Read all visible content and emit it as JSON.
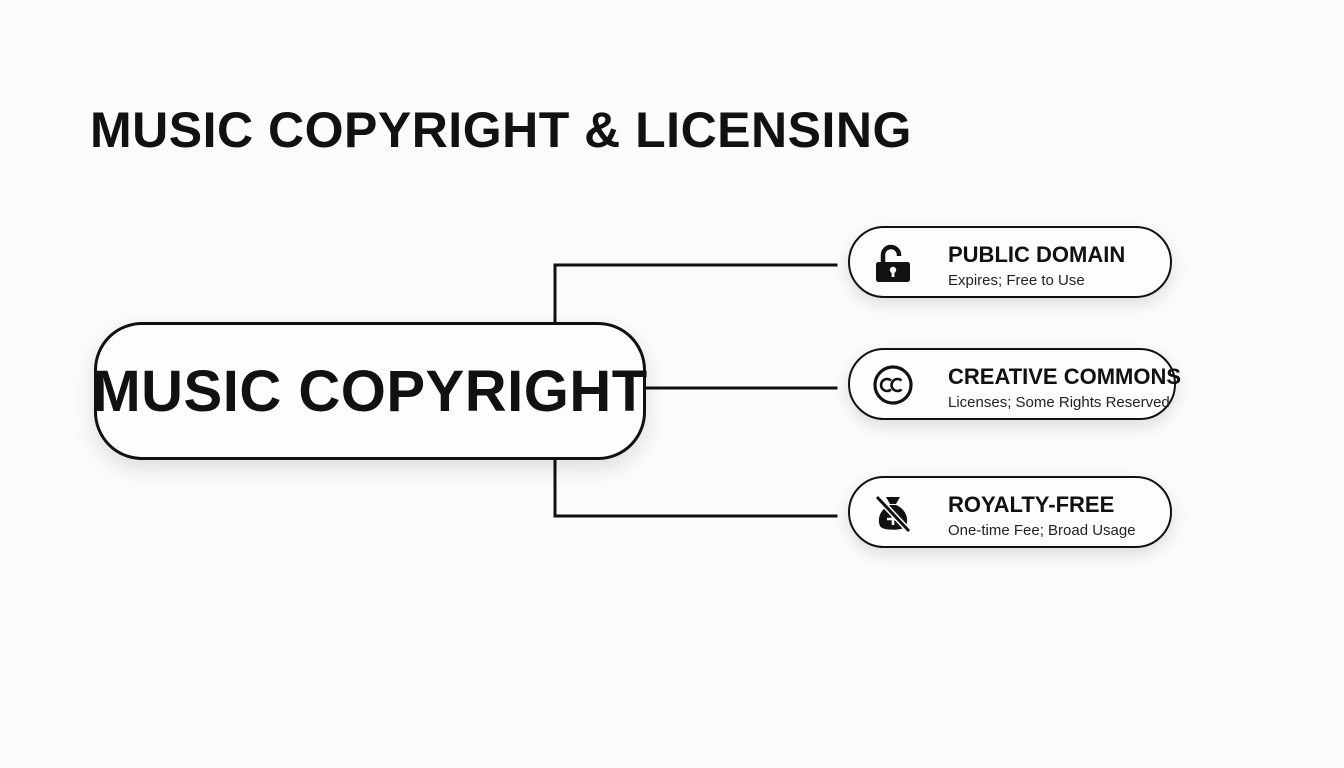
{
  "title": "MUSIC COPYRIGHT & LICENSING",
  "central_node": {
    "label": "MUSIC COPYRIGHT"
  },
  "branches": [
    {
      "title": "PUBLIC DOMAIN",
      "subtitle": "Expires; Free to Use",
      "icon": "unlocked-padlock-icon"
    },
    {
      "title": "CREATIVE COMMONS",
      "subtitle": "Licenses; Some Rights Reserved",
      "icon": "creative-commons-icon"
    },
    {
      "title": "ROYALTY-FREE",
      "subtitle": "One-time Fee; Broad Usage",
      "icon": "crossed-money-bag-icon"
    }
  ],
  "colors": {
    "background": "#fbfbfb",
    "ink": "#111111",
    "node_fill": "#fdfdfd"
  }
}
